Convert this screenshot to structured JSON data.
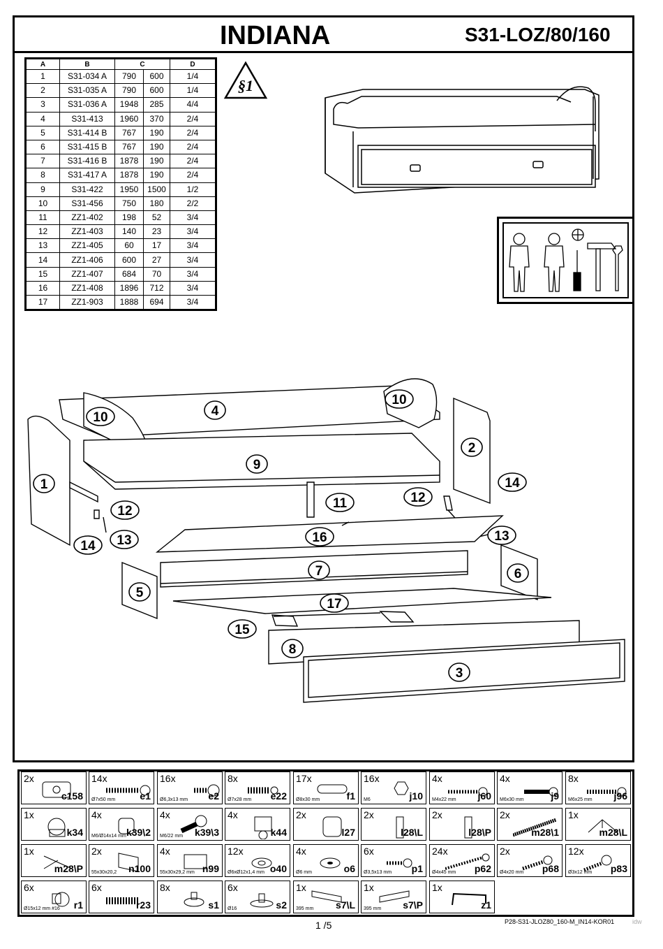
{
  "header": {
    "title": "INDIANA",
    "code": "S31-LOZ/80/160"
  },
  "parts_table": {
    "columns": [
      "A",
      "B",
      "C",
      "D"
    ],
    "rows": [
      [
        "1",
        "S31-034 A",
        "790",
        "600",
        "1/4"
      ],
      [
        "2",
        "S31-035 A",
        "790",
        "600",
        "1/4"
      ],
      [
        "3",
        "S31-036 A",
        "1948",
        "285",
        "4/4"
      ],
      [
        "4",
        "S31-413",
        "1960",
        "370",
        "2/4"
      ],
      [
        "5",
        "S31-414 B",
        "767",
        "190",
        "2/4"
      ],
      [
        "6",
        "S31-415 B",
        "767",
        "190",
        "2/4"
      ],
      [
        "7",
        "S31-416 B",
        "1878",
        "190",
        "2/4"
      ],
      [
        "8",
        "S31-417 A",
        "1878",
        "190",
        "2/4"
      ],
      [
        "9",
        "S31-422",
        "1950",
        "1500",
        "1/2"
      ],
      [
        "10",
        "S31-456",
        "750",
        "180",
        "2/2"
      ],
      [
        "11",
        "ZZ1-402",
        "198",
        "52",
        "3/4"
      ],
      [
        "12",
        "ZZ1-403",
        "140",
        "23",
        "3/4"
      ],
      [
        "13",
        "ZZ1-405",
        "60",
        "17",
        "3/4"
      ],
      [
        "14",
        "ZZ1-406",
        "600",
        "27",
        "3/4"
      ],
      [
        "15",
        "ZZ1-407",
        "684",
        "70",
        "3/4"
      ],
      [
        "16",
        "ZZ1-408",
        "1896",
        "712",
        "3/4"
      ],
      [
        "17",
        "ZZ1-903",
        "1888",
        "694",
        "3/4"
      ]
    ]
  },
  "warning_label": "§1",
  "diagram_labels": [
    "1",
    "2",
    "3",
    "4",
    "5",
    "6",
    "7",
    "8",
    "9",
    "10",
    "10",
    "11",
    "12",
    "12",
    "13",
    "13",
    "14",
    "14",
    "15",
    "16",
    "17"
  ],
  "hardware": [
    {
      "qty": "2x",
      "code": "c158",
      "dim": ""
    },
    {
      "qty": "14x",
      "code": "e1",
      "dim": "Ø7x50 mm"
    },
    {
      "qty": "16x",
      "code": "e2",
      "dim": "Ø6,3x13 mm"
    },
    {
      "qty": "8x",
      "code": "e22",
      "dim": "Ø7x28 mm"
    },
    {
      "qty": "17x",
      "code": "f1",
      "dim": "Ø8x30 mm"
    },
    {
      "qty": "16x",
      "code": "j10",
      "dim": "M6"
    },
    {
      "qty": "4x",
      "code": "j60",
      "dim": "M4x22 mm"
    },
    {
      "qty": "4x",
      "code": "j9",
      "dim": "M6x30 mm"
    },
    {
      "qty": "8x",
      "code": "j96",
      "dim": "M6x25 mm"
    },
    {
      "qty": "1x",
      "code": "k34",
      "dim": ""
    },
    {
      "qty": "4x",
      "code": "k39\\2",
      "dim": "M6/Ø14x14 mm"
    },
    {
      "qty": "4x",
      "code": "k39\\3",
      "dim": "M6/22 mm"
    },
    {
      "qty": "4x",
      "code": "k44",
      "dim": ""
    },
    {
      "qty": "2x",
      "code": "l27",
      "dim": ""
    },
    {
      "qty": "2x",
      "code": "l28\\L",
      "dim": ""
    },
    {
      "qty": "2x",
      "code": "l28\\P",
      "dim": ""
    },
    {
      "qty": "2x",
      "code": "m28\\1",
      "dim": ""
    },
    {
      "qty": "1x",
      "code": "m28\\L",
      "dim": ""
    },
    {
      "qty": "1x",
      "code": "m28\\P",
      "dim": ""
    },
    {
      "qty": "2x",
      "code": "n100",
      "dim": "55x30x20,2"
    },
    {
      "qty": "4x",
      "code": "n99",
      "dim": "55x30x29,2 mm"
    },
    {
      "qty": "12x",
      "code": "o40",
      "dim": "Ø6xØ12x1,4 mm"
    },
    {
      "qty": "4x",
      "code": "o6",
      "dim": "Ø6 mm"
    },
    {
      "qty": "6x",
      "code": "p1",
      "dim": "Ø3,5x13 mm"
    },
    {
      "qty": "24x",
      "code": "p62",
      "dim": "Ø4x45 mm"
    },
    {
      "qty": "2x",
      "code": "p68",
      "dim": "Ø4x20 mm"
    },
    {
      "qty": "12x",
      "code": "p83",
      "dim": "Ø3x12 mm"
    },
    {
      "qty": "6x",
      "code": "r1",
      "dim": "Ø15x12 mm  #16"
    },
    {
      "qty": "6x",
      "code": "r23",
      "dim": ""
    },
    {
      "qty": "8x",
      "code": "s1",
      "dim": ""
    },
    {
      "qty": "6x",
      "code": "s2",
      "dim": "Ø16"
    },
    {
      "qty": "1x",
      "code": "s7\\L",
      "dim": "395 mm"
    },
    {
      "qty": "1x",
      "code": "s7\\P",
      "dim": "395 mm"
    },
    {
      "qty": "1x",
      "code": "z1",
      "dim": ""
    }
  ],
  "footer": {
    "page": "1 /5",
    "doc_ref": "P28-S31-JLOZ80_160-M_IN14-KOR01",
    "doc_ref_faint": "idw"
  }
}
